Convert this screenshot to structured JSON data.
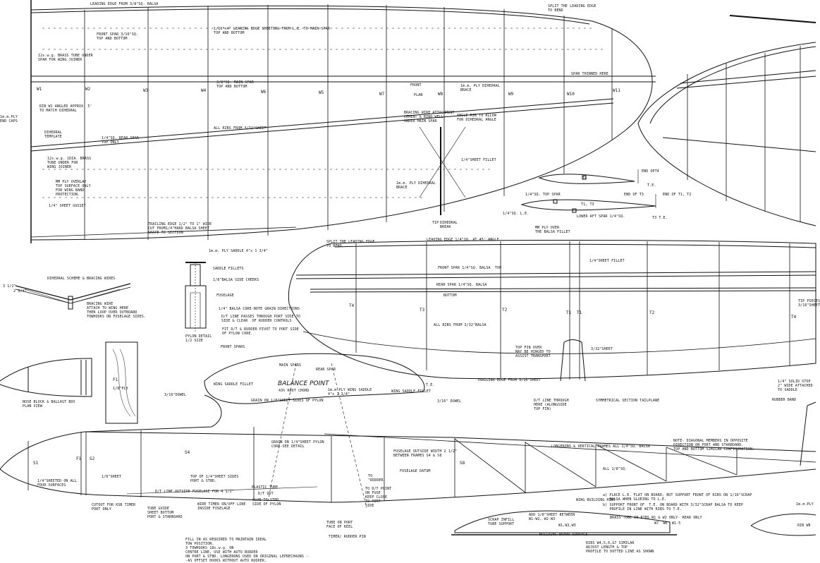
{
  "wing": {
    "leading_edge": "LEADING EDGE FROM 3/8\"SQ. BALSA",
    "front_spar": "FRONT SPAR 3/16\"SQ.\nTOP AND BOTTOM",
    "sheeting": "1/16\"x4\" LEADING EDGE SHEETING FROM L.E. TO MAIN SPAR\nTOP AND BOTTOM",
    "split_le": "SPLIT THE LEADING EDGE\nTO BEND",
    "brass_tube": "12s.w.g. BRASS TUBE UNDER\nSPAR FOR WING JOINER",
    "spar_thinned": "SPAR THINNED HERE",
    "main_spar": "3/8\"SQ. MAIN SPAR\nTOP AND BOTTOM",
    "front_plan": "FRONT",
    "plan_word": "PLAN",
    "ply_brace": "1m.m. PLY DIHEDRAL\nBRACE",
    "rib_w1": "RIB W1 ANGLED APPROX. 5'\nTO MATCH DIHEDRAL",
    "end_caps": "1m.m.PLY\nEND CAPS",
    "bracing_attach": "BRACING WIRE ATTACHMENT\nCEMENT & BIND WELL\nUNDER MAIN SPAR",
    "angle_rib": "ANGLE RIB TO ALLOW\nFOR DIHEDRAL ANGLE",
    "all_ribs": "ALL RIBS FROM 3/32\"SHEET",
    "dihedral_template": "DIHEDRAL\nTEMPLATE",
    "rear_spar": "1/4\"SQ. REAR SPAR\nTOP ONLY",
    "brass_tube2": "12s.w.g. 1DIA. BRASS\nTUBE UNDER FOR\nWING JOINER",
    "fillet": "1/4\"SHEET FILLET",
    "ply_overlay": "MM PLY OVERLAY\nTOP SURFACE ONLY\nFOR WING BAND\nPROTECTION.",
    "ply_brace2": "1m.m. PLY DIHEDRAL\nBRACE",
    "gusset": "1/4\" SHEET GUSSET",
    "trailing_edge": "TRAILING EDGE 1/2\" TO 1\" WIDE\nCUT FROM1/4\"HARD BALSA SHEET\nSHAPE TO SECTION",
    "tip": "TIP",
    "dihedral_break": "DIHEDRAL\nBREAK",
    "ribs": [
      "W1",
      "W2",
      "W3",
      "W4",
      "W5",
      "W6",
      "W7",
      "W8",
      "W9",
      "W10",
      "W11"
    ]
  },
  "sections": {
    "t4": "T4",
    "end_opt4": "END OPT4",
    "te": "T.E.",
    "top_spar": "1/4\"SQ. TOP SPAR",
    "end_t3": "END OF T3",
    "end_t1t2": "END OF T1, T2",
    "t1t3": "T1, T3",
    "le": "1/4\"SQ. L.E.",
    "lower_spar": "LOWER AFT SPAR 1/4\"SQ.",
    "t3te": "T3 T.E."
  },
  "tailplane": {
    "split_le": "SPLIT THE LEADING EDGE\nTO BEND",
    "leading_edge": "LEADING EDGE 1/4\"SQ. AT 45' ANGLE",
    "ply_over": "MM PLY OVER\nTHE BALSA FILLET",
    "fillet": "1/4\"SHEET FILLET",
    "front_spar": "FRONT SPAR 1/4\"SQ. BALSA  TOP",
    "rear_spar": "REAR SPAR 1/4\"SQ. BALSA",
    "bottom": "BOTTOM",
    "all_ribs": "ALL RIBS FROM 3/32\"BALSA",
    "tip_pieces": "TIP PIECES\n3/16\"SHEET",
    "fin": "TOP FIN OVER\nMAY BE HINGED TO\nASSIST TRANSPORT",
    "sheet": "3/32\"SHEET",
    "trailing": "TRAILING EDGE FROM 3/16\"SHEET",
    "dt_line": "D/T LINE THROUGH\nHERE (ALONGSIDE\nTOP FIN)",
    "symmetrical": "SYMMETRICAL SECTION TAILPLANE",
    "stop": "1/4\" SOLID STOP\n2\" WIDE ATTACHED\nTO SADDLE",
    "rubber_band": "RUBBER BAND",
    "ribs": [
      "T4",
      "T3",
      "T2",
      "T1",
      "T1",
      "T2",
      "T4"
    ]
  },
  "pylon": {
    "saddle": "1m.m. PLY SADDLE 4\"x 1 3/4\"",
    "fillets": "SADDLE FILLETS",
    "cheeks": "1/8\"BALSA SIDE CHEEKS",
    "fuselage": "FUSELAGE",
    "core": "1/4\" BALSA CORE-NOTE GRAIN DIRECTIONS",
    "dt_passes": "D/T LINE PASSES THROUGH PORT SIDE TO\nSIDE & CLEAR  OF RUDDER CONTROLS",
    "pivot": "FIT D/T & RUDDER PIVOT TO PORT SIDE\nOF PYLON CORE.",
    "detail": "PYLON DETAIL\n1/2 SIZE"
  },
  "dihedral": {
    "title": "DIHEDRAL SCHEME & BRACING WIRES",
    "d1": "3 1/2\"",
    "d2": "2 3/4\"",
    "wire": "BRACING WIRE\nATTACH TO WING HERE\nTHEN LOOP OVER OUTBOARD\nTOWHOOKS ON FUSELAGE SIDES."
  },
  "nose": {
    "label": "NOSE BLOCK & BALLAST BOX\nPLAN VIEW",
    "f1": "F1",
    "ply": "1/8\"PLY"
  },
  "side": {
    "front_spars": "FRONT SPARS",
    "main_spars": "MAIN SPARS",
    "rear_spar": "REAR SPAR",
    "balance": "BALANCE POINT",
    "chord": "43% ROOT CHORD",
    "ply_saddle": "1m.m.PLY WING SADDLE\n4\"x 1 3/4\"",
    "wing_fillet": "WING SADDLE FILLET",
    "wing_fillet2": "WING SADDLE FILLET",
    "te": "T.E.",
    "dowel_l": "3/16\"DOWEL",
    "dowel_r": "3/16\" DOWEL",
    "grain_pylon": "GRAIN ON 1/8\"SHEET SIDES OF PYLON",
    "grain_detail": "GRAIN ON 1/4\"SHEET PYLON\nCORE-SEE DETAIL",
    "s1": "S1",
    "s2": "S2",
    "s4": "S4",
    "s8": "S8",
    "f1": "F1",
    "sheeted": "1/4\"SHEETED ON ALL\nFOUR SURFACES",
    "sheet18": "1/8\"SHEET",
    "top_of": "TOP OF 1/4\"SHEET SIDES\nPORT & STBD.",
    "dt_outside": "D/T LINE OUTSIDE FUSELAGE FOR 4 1/2\"",
    "plastic": "PLASTIC TUBE",
    "dt_out": "D/T OUT",
    "glue": "GLUE TO STBD\nSIDE OF PYLON",
    "to_rudder": "TO\n\"RUDDER",
    "dt_port": "TO D/T POINT\nON FUSE\nKEEP CLOSE\nTO PORT\nSIDE",
    "cutout": "CUTOUT FOR KSB TIMER\nPORT ONLY",
    "tube_guide": "TUBE GUIDE\nSHEET BOTTOM\nPORT & STARBOARD",
    "timer": "WIRE TIMER ON/OFF LINE\nINSIDE FUSELAGE",
    "tube_port": "TUBE ON PORT\nFACE OF KEEL",
    "timer_pin": "TIMER/ RUDDER PIN",
    "fill": "FILL IN AS REQUIRED TO MAINTAIN IDEAL\nTOW POSITION.\n3 TOWHOOKS 18s.w.g. ON\nCENTRE LINE, USE WITH AUTO RUDDER\nON PORT & STBD. LONGERONS USED ON ORIGINAL LEPRECHAUNS -\n-AS OFFSET HOOKS WITHOUT AUTO RUDDER.",
    "outside": "FUSELAGE OUTSIDE WIDTH 2 1/2\"\nBETWEEN FRAMES S4 & S8",
    "datum": "FUSELAGE DATUM",
    "longerons": "LONGERONS & VERTICAL FRAMES ALL 1/4\"SQ. BALSA",
    "note": "NOTE- DIAGONAL MEMBERS IN OPPOSITE\nDIRECTION ON PORT AND STARBOARD.\nTOP AND BOTTOM SIMILAR CONFIGURATION.",
    "all18": "ALL 1/8\"SQ.",
    "hint_title": "WING BUILDING HINT-",
    "hint_a": "a) PLACE L.E. FLAT ON BOARD, BUT SUPPORT FRONT OF RIBS ON 1/16\"SCRAP\n   BALSA WHEN GLUEING TO L.E.",
    "hint_b": "b) SUPPORT FRONT OF  T.E. ON BOARD WITH 3/32\"SCRAP BALSA TO KEEP\n   PROFILE IN LINE WITH RIBS TO T.E.",
    "brass_ribs": "BRASS TUBE IN RIBS W1 & W2 ONLY- REAR ONLY",
    "scrap": "SCRAP INFILL\nTUBE SUPPORT",
    "add_sheet": "ADD 1/8\"SHEET BETWEEN\nW1-W2, W2-W3",
    "w1w2w3": "W1,W2,W3",
    "w7": "W7  W6  W1-5",
    "board": "BUILDING BOARD SURFACE",
    "ribs_sim": "RIBS W4,5,6,&7 SIMILAR\nADJUST LENGTH & TOP\nPROFILE TO DOTTED LINE AS SHOWN",
    "ply_rib": "1m.m.PLY",
    "rib_w8": "RIB W8"
  }
}
